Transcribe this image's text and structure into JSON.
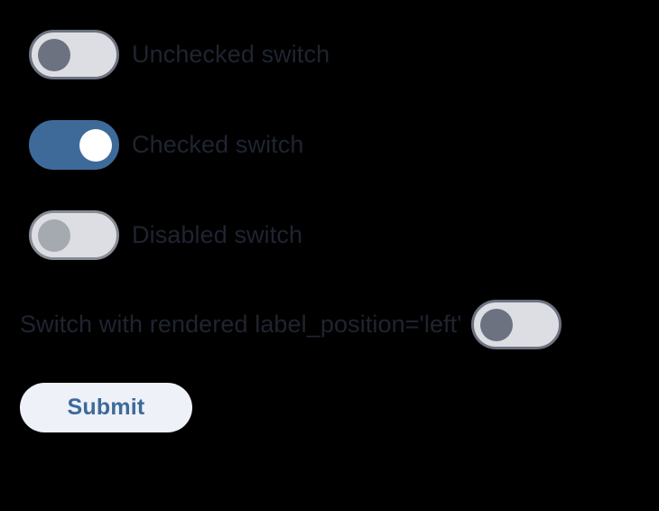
{
  "page": {
    "background_color": "#000000",
    "label_text_color": "#1f2430"
  },
  "switches": [
    {
      "name": "unchecked-switch",
      "label": "Unchecked switch",
      "state": "off",
      "checked": false,
      "disabled": false,
      "label_position": "right",
      "track_color": "#dcdee3",
      "border_color": "#6c7280",
      "knob_color": "#6c7280"
    },
    {
      "name": "checked-switch",
      "label": "Checked switch",
      "state": "on",
      "checked": true,
      "disabled": false,
      "label_position": "right",
      "track_color": "#3d6a99",
      "border_color": "#3d6a99",
      "knob_color": "#ffffff"
    },
    {
      "name": "disabled-switch",
      "label": "Disabled switch",
      "state": "off",
      "checked": false,
      "disabled": true,
      "label_position": "right",
      "track_color": "#dcdee3",
      "border_color": "#868b94",
      "knob_color": "#a5a9b0"
    },
    {
      "name": "label-left-switch",
      "label": "Switch with rendered label_position='left'",
      "state": "off",
      "checked": false,
      "disabled": false,
      "label_position": "left",
      "track_color": "#dcdee3",
      "border_color": "#6c7280",
      "knob_color": "#6c7280"
    }
  ],
  "form": {
    "submit_label": "Submit",
    "submit_background": "#eef1f8",
    "submit_text_color": "#3d6a99"
  }
}
